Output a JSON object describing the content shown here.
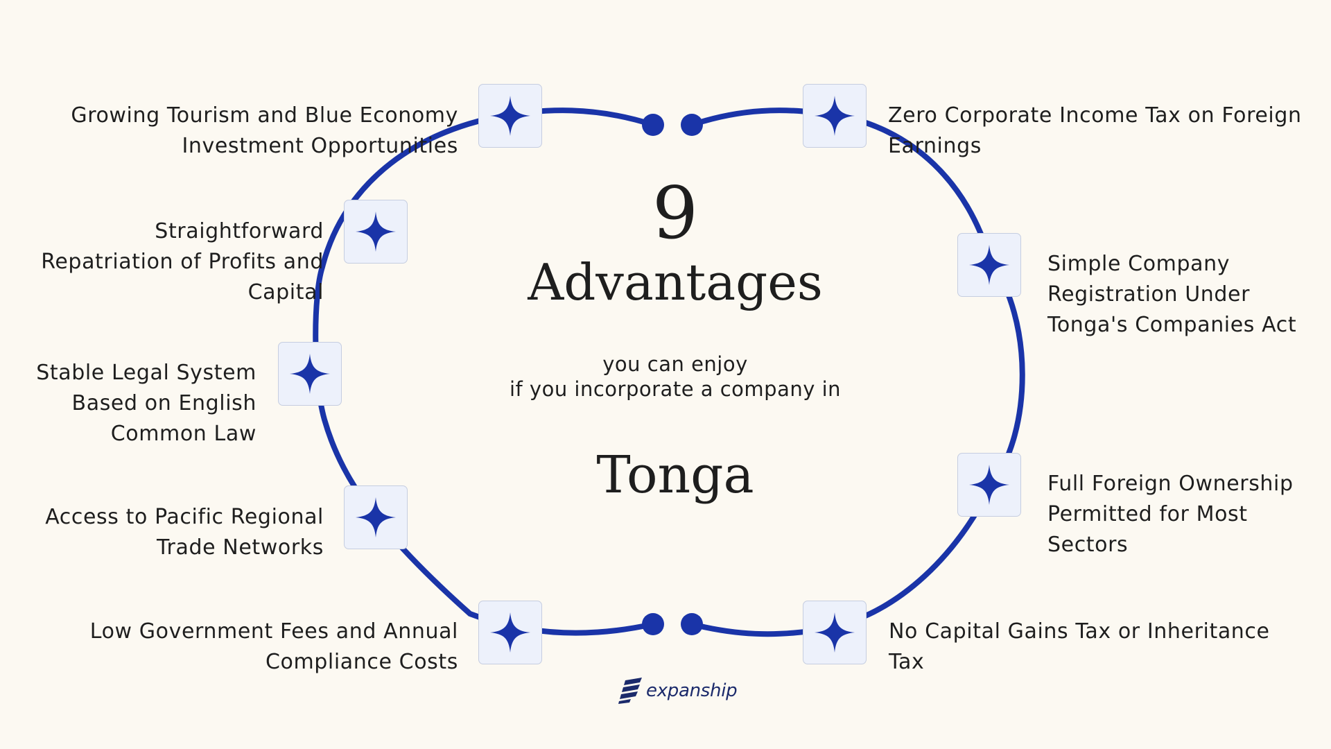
{
  "center": {
    "number": "9",
    "heading": "Advantages",
    "subtitle_line1": "you can enjoy",
    "subtitle_line2": "if you incorporate a company in",
    "country": "Tonga"
  },
  "advantages": [
    {
      "line1": "Growing Tourism and Blue Economy",
      "line2": "Investment Opportunities",
      "line3": ""
    },
    {
      "line1": "Straightforward",
      "line2": "Repatriation of Profits and",
      "line3": "Capital"
    },
    {
      "line1": "Stable Legal System",
      "line2": "Based on English",
      "line3": "Common Law"
    },
    {
      "line1": "Access to Pacific Regional",
      "line2": "Trade Networks",
      "line3": ""
    },
    {
      "line1": "Low Government Fees and Annual",
      "line2": "Compliance Costs",
      "line3": ""
    },
    {
      "line1": "Zero Corporate Income Tax on Foreign",
      "line2": "Earnings",
      "line3": ""
    },
    {
      "line1": "Simple Company",
      "line2": "Registration Under",
      "line3": "Tonga's Companies Act"
    },
    {
      "line1": "Full Foreign Ownership",
      "line2": "Permitted for Most",
      "line3": "Sectors"
    },
    {
      "line1": "No Capital Gains Tax or Inheritance",
      "line2": "Tax",
      "line3": ""
    }
  ],
  "brand": {
    "name": "expanship"
  },
  "colors": {
    "accent": "#1a34a8",
    "background": "#fcf9f2",
    "node_fill": "#edf1fb",
    "text": "#1e1e1e"
  },
  "icons": {
    "node_icon": "four-point-star-icon",
    "brand_icon": "expanship-logo-icon"
  }
}
